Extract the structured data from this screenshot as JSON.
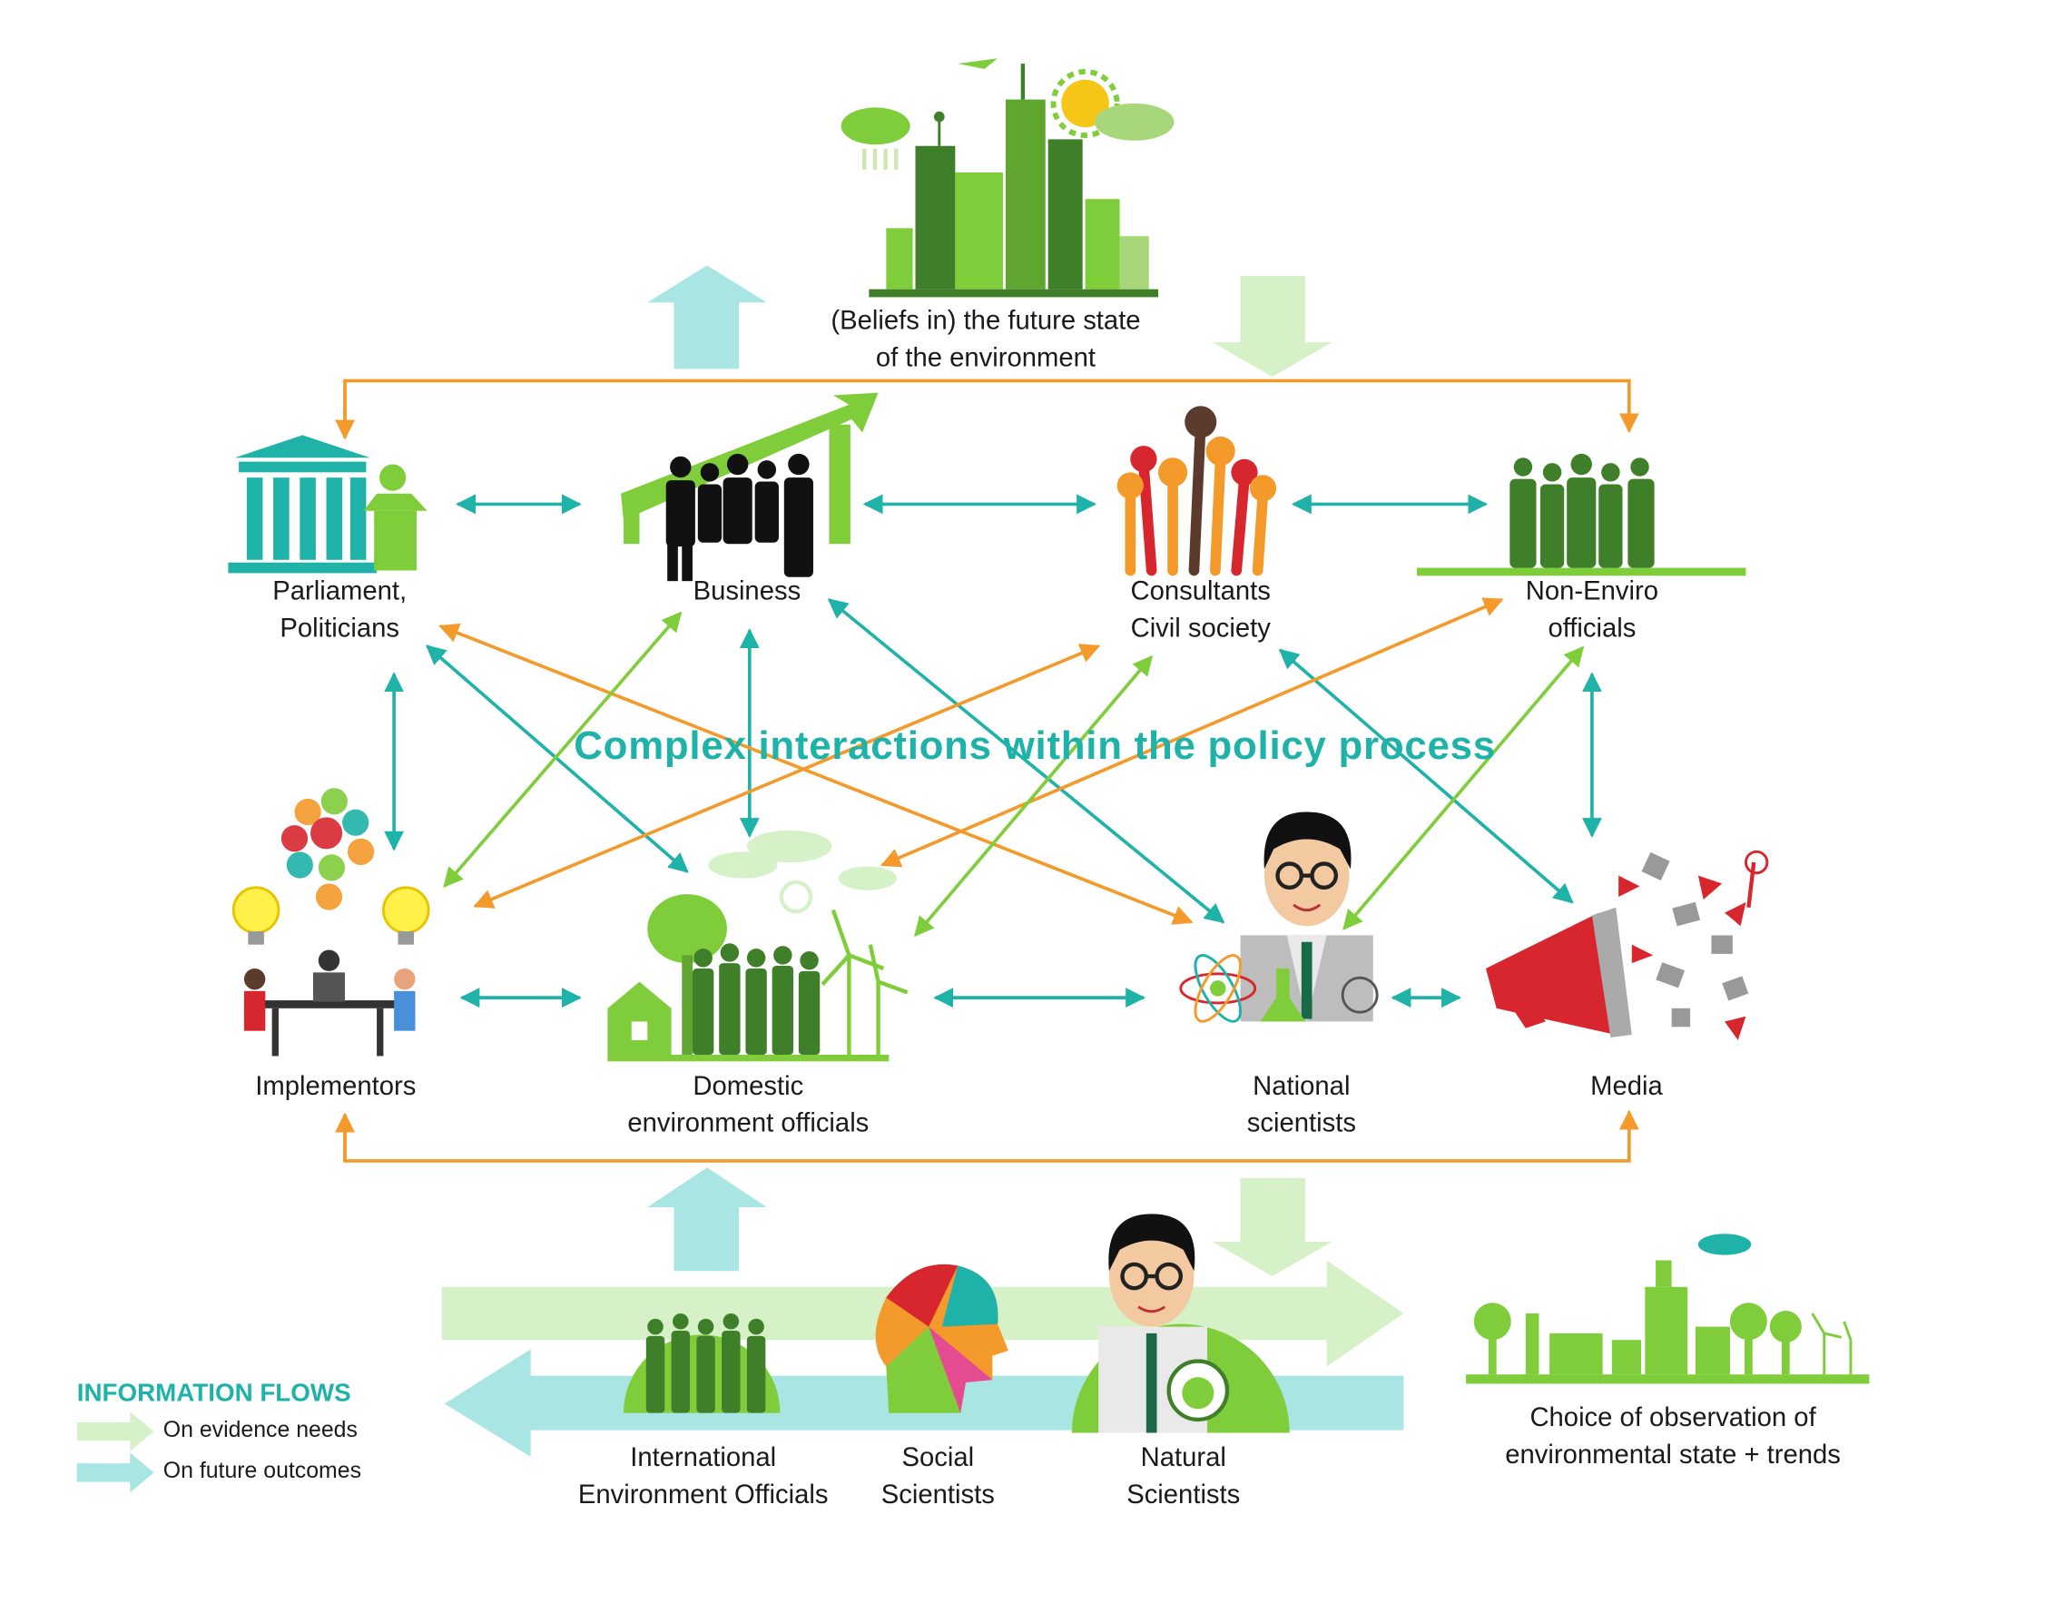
{
  "title": "Complex interactions within the policy process",
  "nodes": {
    "future_state": "(Beliefs in) the future state\nof the environment",
    "parliament": "Parliament,\nPoliticians",
    "business": "Business",
    "consultants": "Consultants\nCivil society",
    "non_enviro": "Non-Enviro\nofficials",
    "implementors": "Implementors",
    "domestic": "Domestic\nenvironment officials",
    "national_scientists": "National\nscientists",
    "media": "Media",
    "international": "International\nEnvironment Officials",
    "social_scientists": "Social\nScientists",
    "natural_scientists": "Natural\nScientists",
    "observation": "Choice of observation of\nenvironmental state + trends"
  },
  "legend": {
    "title": "INFORMATION FLOWS",
    "evidence_needs": "On evidence needs",
    "future_outcomes": "On future outcomes"
  },
  "colors": {
    "teal": "#1fb2a8",
    "orange": "#f39a2b",
    "green": "#7fcd3a",
    "light_green": "#d6f1c7",
    "light_teal": "#a9e6e3",
    "dark_green": "#3f7f2a",
    "red": "#d7262e"
  },
  "icons": [
    "city-icon",
    "parliament-icon",
    "business-icon",
    "hands-icon",
    "officials-icon",
    "lightbulb-icon",
    "forest-icon",
    "scientist-icon",
    "megaphone-icon",
    "globe-icon",
    "head-icon",
    "factory-icon"
  ]
}
